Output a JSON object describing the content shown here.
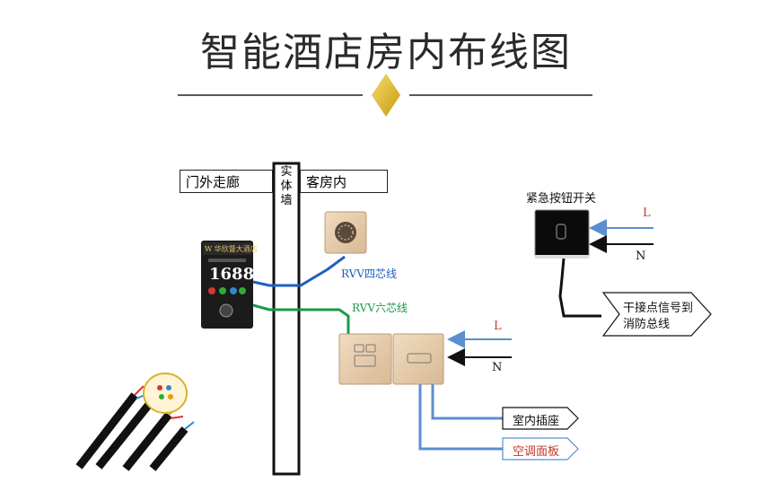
{
  "title": "智能酒店房内布线图",
  "labels": {
    "corridor": "门外走廊",
    "wall": "实体墙",
    "room": "客房内",
    "rvv4": "RVV四芯线",
    "rvv6": "RVV六芯线",
    "emergency_switch": "紧急按钮开关",
    "fire_bus_line1": "干接点信号到",
    "fire_bus_line2": "消防总线",
    "socket": "室内插座",
    "ac_panel": "空调面板",
    "live_top": "L",
    "neutral_top": "N",
    "live_mid": "L",
    "neutral_mid": "N"
  },
  "doorplate": {
    "brand": "W 华欣督大酒店",
    "number": "1688"
  },
  "colors": {
    "blue_wire": "#1f5fbf",
    "green_wire": "#1a9a4a",
    "light_blue": "#5b8fd0",
    "gold": "#d8b32a",
    "red_text": "#c0392b"
  }
}
